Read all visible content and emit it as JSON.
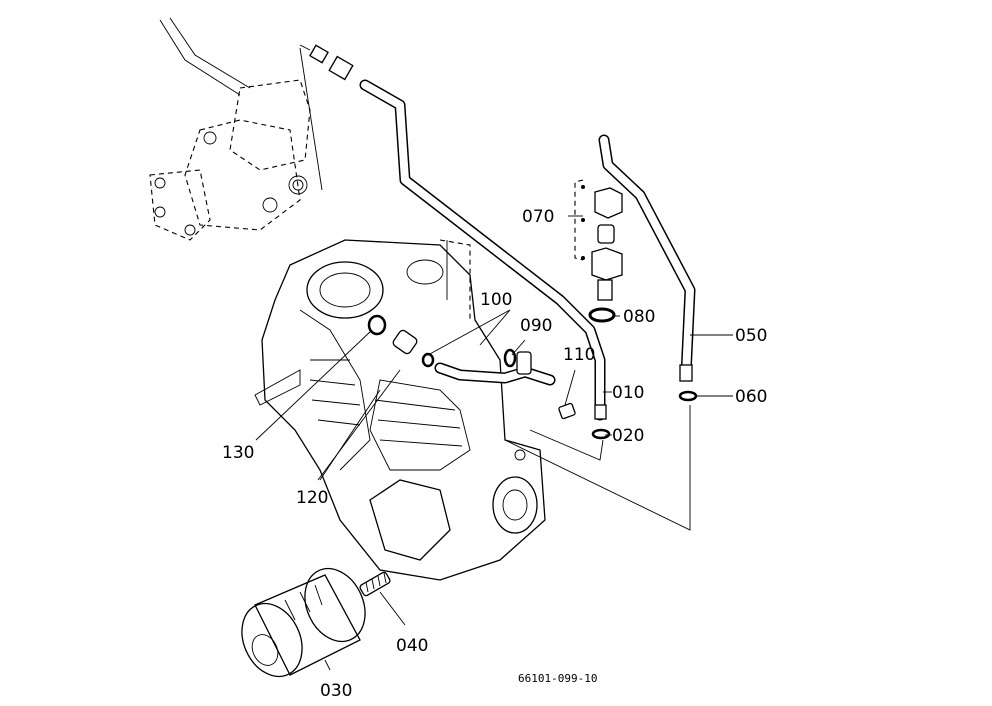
{
  "labels": {
    "p010": "010",
    "p020": "020",
    "p030": "030",
    "p040": "040",
    "p050": "050",
    "p060": "060",
    "p070": "070",
    "p080": "080",
    "p090": "090",
    "p100": "100",
    "p110": "110",
    "p120": "120",
    "p130": "130"
  },
  "drawing_code": "66101-099-10"
}
